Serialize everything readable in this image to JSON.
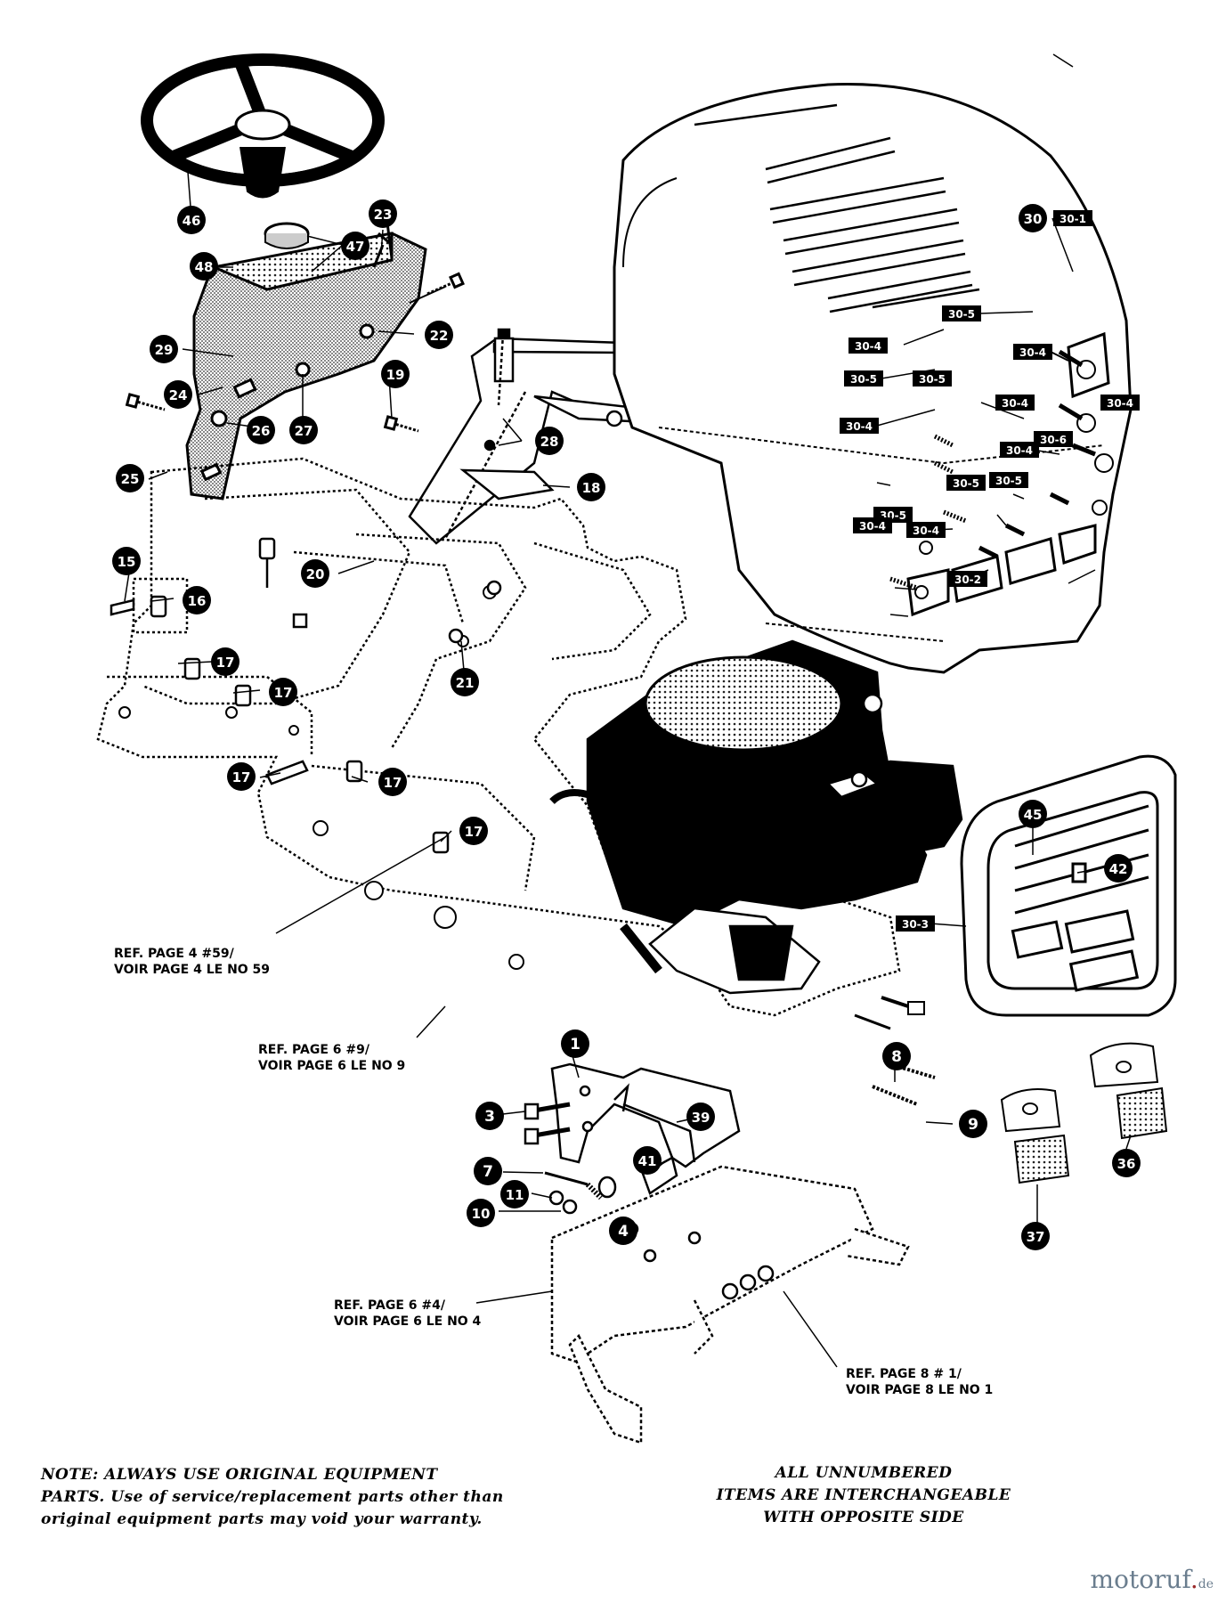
{
  "callouts": [
    {
      "label": "46"
    },
    {
      "label": "47"
    },
    {
      "label": "48"
    },
    {
      "label": "23"
    },
    {
      "label": "22"
    },
    {
      "label": "29"
    },
    {
      "label": "19"
    },
    {
      "label": "24"
    },
    {
      "label": "26"
    },
    {
      "label": "27"
    },
    {
      "label": "28"
    },
    {
      "label": "18"
    },
    {
      "label": "25"
    },
    {
      "label": "15"
    },
    {
      "label": "16"
    },
    {
      "label": "20"
    },
    {
      "label": "21"
    },
    {
      "label": "17"
    },
    {
      "label": "17"
    },
    {
      "label": "17"
    },
    {
      "label": "17"
    },
    {
      "label": "17"
    },
    {
      "label": "30"
    },
    {
      "label": "45"
    },
    {
      "label": "42"
    },
    {
      "label": "1"
    },
    {
      "label": "3"
    },
    {
      "label": "39"
    },
    {
      "label": "8"
    },
    {
      "label": "9"
    },
    {
      "label": "7"
    },
    {
      "label": "41"
    },
    {
      "label": "11"
    },
    {
      "label": "10"
    },
    {
      "label": "4"
    },
    {
      "label": "36"
    },
    {
      "label": "37"
    }
  ],
  "tags": [
    {
      "label": "30-1"
    },
    {
      "label": "30-5"
    },
    {
      "label": "30-4"
    },
    {
      "label": "30-5"
    },
    {
      "label": "30-5"
    },
    {
      "label": "30-4"
    },
    {
      "label": "30-4"
    },
    {
      "label": "30-4"
    },
    {
      "label": "30-6"
    },
    {
      "label": "30-4"
    },
    {
      "label": "30-4"
    },
    {
      "label": "30-5"
    },
    {
      "label": "30-5"
    },
    {
      "label": "30-4"
    },
    {
      "label": "30-5"
    },
    {
      "label": "30-4"
    },
    {
      "label": "30-2"
    },
    {
      "label": "30-3"
    }
  ],
  "references": [
    {
      "line1": "REF. PAGE 4 #59/",
      "line2": "VOIR PAGE 4 LE NO 59"
    },
    {
      "line1": "REF. PAGE 6 #9/",
      "line2": "VOIR PAGE 6 LE NO 9"
    },
    {
      "line1": "REF. PAGE 6 #4/",
      "line2": "VOIR PAGE 6 LE NO 4"
    },
    {
      "line1": "REF. PAGE 8 # 1/",
      "line2": "VOIR PAGE 8 LE NO 1"
    }
  ],
  "notes": {
    "left_line1": "NOTE: ALWAYS USE ORIGINAL EQUIPMENT",
    "left_line2": "PARTS. Use of service/replacement parts other than",
    "left_line3": "original equipment parts may void your warranty.",
    "right_line1": "ALL UNNUMBERED",
    "right_line2": "ITEMS ARE INTERCHANGEABLE",
    "right_line3": "WITH OPPOSITE SIDE"
  },
  "watermark": {
    "brand": "motoruf",
    "dot": ".",
    "tld": "de"
  },
  "colors": {
    "ink": "#000000",
    "paper": "#ffffff",
    "dotted_fill": "#8a8a8a"
  }
}
